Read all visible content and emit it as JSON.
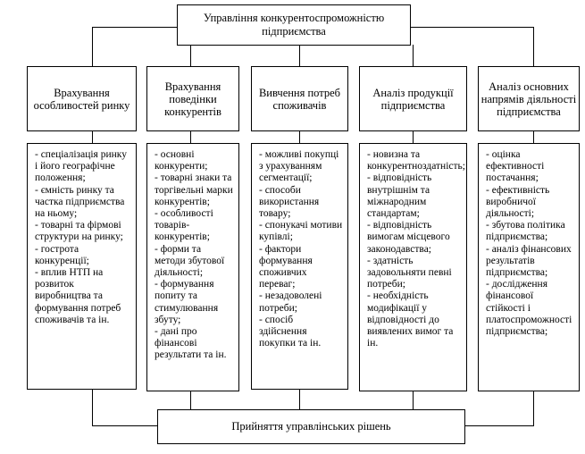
{
  "top": {
    "title": "Управління конкурентоспроможністю підприємства"
  },
  "columns": [
    {
      "header": "Врахування особливостей ринку",
      "items": [
        "- спеціалізація ринку і його географічне положення;",
        "- ємність ринку та частка підприємства на ньому;",
        "- товарні та фірмові структури на ринку;",
        "- гострота конкуренції;",
        "- вплив НТП на розвиток виробництва та формування потреб споживачів та ін."
      ]
    },
    {
      "header": "Врахування поведінки конкурентів",
      "items": [
        "- основні конкуренти;",
        "- товарні знаки та торгівельні марки конкурентів;",
        "- особливості товарів-конкурентів;",
        "- форми та методи збутової діяльності;",
        "- формування попиту та стимулювання збуту;",
        "- дані про фінансові результати та ін."
      ]
    },
    {
      "header": "Вивчення потреб споживачів",
      "items": [
        "- можливі покупці з урахуванням сегментації;",
        "- способи використання товару;",
        "- спонукачі мотиви купівлі;",
        "- фактори формування споживчих переваг;",
        "- незадоволені потреби;",
        "- спосіб здійснення покупки та ін."
      ]
    },
    {
      "header": "Аналіз продукції підприємства",
      "items": [
        "- новизна та конкурентноздатність;",
        "- відповідність внутрішнім та міжнародним стандартам;",
        "- відповідність вимогам місцевого законодавства;",
        "- здатність задовольняти певні потреби;",
        "- необхідність модифікації у відповідності до виявлених вимог та ін."
      ]
    },
    {
      "header": "Аналіз основних напрямів діяльності підприємства",
      "items": [
        "- оцінка ефективності постачання;",
        "- ефективність виробничої діяльності;",
        "- збутова політика підприємства;",
        "- аналіз фінансових результатів підприємства;",
        "- дослідження фінансової стійкості і платоспроможності підприємства;"
      ]
    }
  ],
  "bottom": {
    "title": "Прийняття управлінських рішень"
  }
}
